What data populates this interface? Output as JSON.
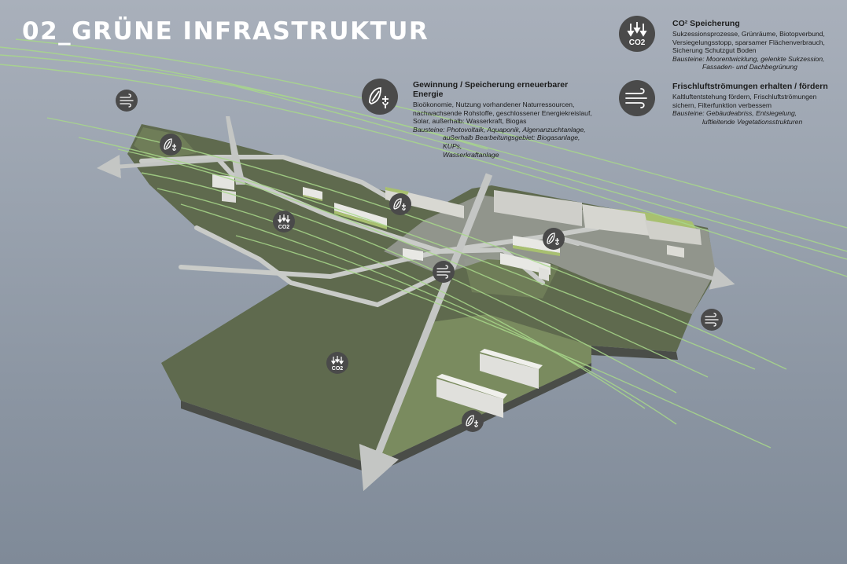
{
  "page_title": "02_GRÜNE INFRASTRUKTUR",
  "legend": {
    "energie": {
      "icon": "leaf-plug-icon",
      "title": "Gewinnung  / Speicherung erneuerbarer Energie",
      "text": "Bioökonomie, Nutzung vorhandener Naturressourcen, nachwachsende Rohstoffe, geschlossener Energiekreislauf, Solar, außerhalb: Wasserkraft, Biogas",
      "bausteine_label": "Bausteine:",
      "bausteine_1": "Photovoltaik, Aquaponik, Algenanzuchtanlage,",
      "bausteine_2": "außerhalb Bearbeitungsgebiet: Biogasanlage, KUPs,",
      "bausteine_3": "Wasserkraftanlage"
    },
    "co2": {
      "icon": "co2-storage-icon",
      "icon_label": "CO2",
      "title": "CO² Speicherung",
      "text": "Sukzessionsprozesse, Grünräume, Biotopverbund, Versiegelungsstopp, sparsamer Flächenverbrauch, Sicherung Schutzgut Boden",
      "bausteine_label": "Bausteine:",
      "bausteine_1": "Moorentwicklung, gelenkte Sukzession,",
      "bausteine_2": "Fassaden- und Dachbegrünung"
    },
    "luft": {
      "icon": "wind-icon",
      "title": "Frischluftströmungen erhalten  / fördern",
      "text": "Kaltluftentstehung fördern, Frischluftströmungen sichern, Filterfunktion verbessem",
      "bausteine_label": "Bausteine:",
      "bausteine_1": "Gebäudeabriss, Entsiegelung,",
      "bausteine_2": "luftleitende Vegetationsstrukturen"
    }
  },
  "map_icons": {
    "co2_label": "CO2"
  },
  "colors": {
    "background": "#9aa3af",
    "terrain_dark": "#5f6a4e",
    "terrain_light": "#7a8b5f",
    "path": "#c9cbc8",
    "flow_lines": "#a8d88a",
    "icon_bg": "#4a4a4a",
    "title": "#ffffff"
  }
}
